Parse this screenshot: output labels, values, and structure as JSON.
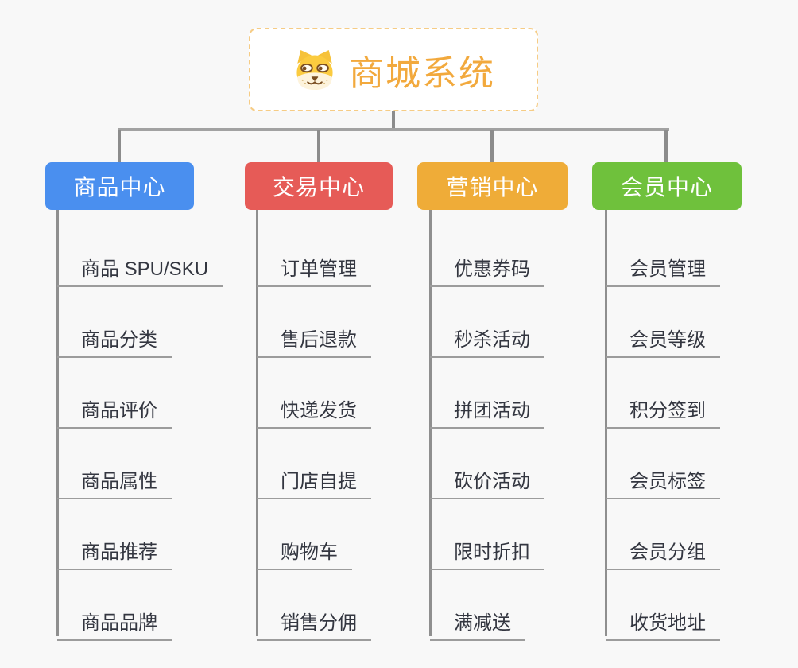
{
  "root": {
    "title": "商城系统",
    "icon": "shiba-dog-face"
  },
  "branches": [
    {
      "label": "商品中心",
      "color": "#4a8fef",
      "children": [
        "商品 SPU/SKU",
        "商品分类",
        "商品评价",
        "商品属性",
        "商品推荐",
        "商品品牌"
      ]
    },
    {
      "label": "交易中心",
      "color": "#e65b57",
      "children": [
        "订单管理",
        "售后退款",
        "快递发货",
        "门店自提",
        "购物车",
        "销售分佣"
      ]
    },
    {
      "label": "营销中心",
      "color": "#efac38",
      "children": [
        "优惠券码",
        "秒杀活动",
        "拼团活动",
        "砍价活动",
        "限时折扣",
        "满减送"
      ]
    },
    {
      "label": "会员中心",
      "color": "#6fc13c",
      "children": [
        "会员管理",
        "会员等级",
        "积分签到",
        "会员标签",
        "会员分组",
        "收货地址"
      ]
    }
  ],
  "colors": {
    "background": "#f8f8f8",
    "root_text": "#f2a93d",
    "root_border": "#f6cc85",
    "connector": "#8c8c8c",
    "underline": "#9c9c9c",
    "child_text": "#333640"
  }
}
